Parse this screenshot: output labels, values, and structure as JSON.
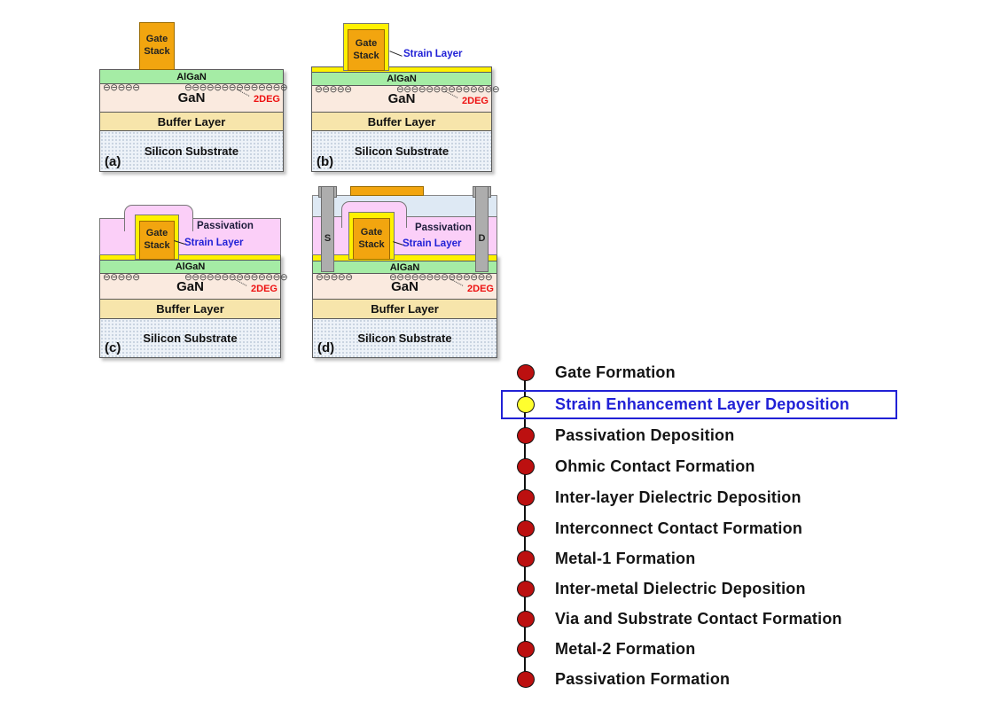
{
  "figure": {
    "description": "GaN-on-Si HEMT strained device cross-sections and process flow",
    "colors": {
      "gate_stack": "#F2A50F",
      "strain_layer": "#FFF100",
      "algan": "#A5ECA5",
      "gan": "#FAEADF",
      "buffer": "#F7E5AB",
      "substrate": "#EDF2F8",
      "passivation": "#FBCFF8",
      "dielectric": "#DEE9F4",
      "contact_gray": "#ADADAD",
      "step_dot_red": "#BC1010",
      "step_dot_yellow": "#FFFF2E",
      "highlight_blue": "#2121D6",
      "twodeg_red": "#EE1111"
    }
  },
  "twodeg": {
    "left_pattern": "⊖⊖⊖⊖⊖",
    "right_pattern": "⊖⊖⊖⊖⊖⊖⊖⊖⊖⊖⊖⊖⊖⊖",
    "label": "2DEG"
  },
  "panels": {
    "a": {
      "tag": "(a)",
      "gate_stack": "Gate Stack",
      "algan": "AlGaN",
      "gan": "GaN",
      "buffer": "Buffer Layer",
      "substrate": "Silicon Substrate"
    },
    "b": {
      "tag": "(b)",
      "gate_stack": "Gate Stack",
      "strain_layer": "Strain Layer",
      "algan": "AlGaN",
      "gan": "GaN",
      "buffer": "Buffer Layer",
      "substrate": "Silicon Substrate"
    },
    "c": {
      "tag": "(c)",
      "gate_stack": "Gate Stack",
      "strain_layer": "Strain Layer",
      "passivation": "Passivation",
      "algan": "AlGaN",
      "gan": "GaN",
      "buffer": "Buffer Layer",
      "substrate": "Silicon Substrate"
    },
    "d": {
      "tag": "(d)",
      "gate_stack": "Gate Stack",
      "strain_layer": "Strain Layer",
      "passivation": "Passivation",
      "source": "S",
      "drain": "D",
      "algan": "AlGaN",
      "gan": "GaN",
      "buffer": "Buffer Layer",
      "substrate": "Silicon Substrate"
    }
  },
  "process_flow": {
    "items": [
      {
        "label": "Gate Formation",
        "highlighted": false
      },
      {
        "label": "Strain Enhancement Layer Deposition",
        "highlighted": true
      },
      {
        "label": "Passivation Deposition",
        "highlighted": false
      },
      {
        "label": "Ohmic Contact Formation",
        "highlighted": false
      },
      {
        "label": "Inter-layer Dielectric Deposition",
        "highlighted": false
      },
      {
        "label": "Interconnect Contact Formation",
        "highlighted": false
      },
      {
        "label": "Metal-1 Formation",
        "highlighted": false
      },
      {
        "label": "Inter-metal Dielectric Deposition",
        "highlighted": false
      },
      {
        "label": "Via and Substrate Contact Formation",
        "highlighted": false
      },
      {
        "label": "Metal-2 Formation",
        "highlighted": false
      },
      {
        "label": "Passivation Formation",
        "highlighted": false
      }
    ]
  }
}
